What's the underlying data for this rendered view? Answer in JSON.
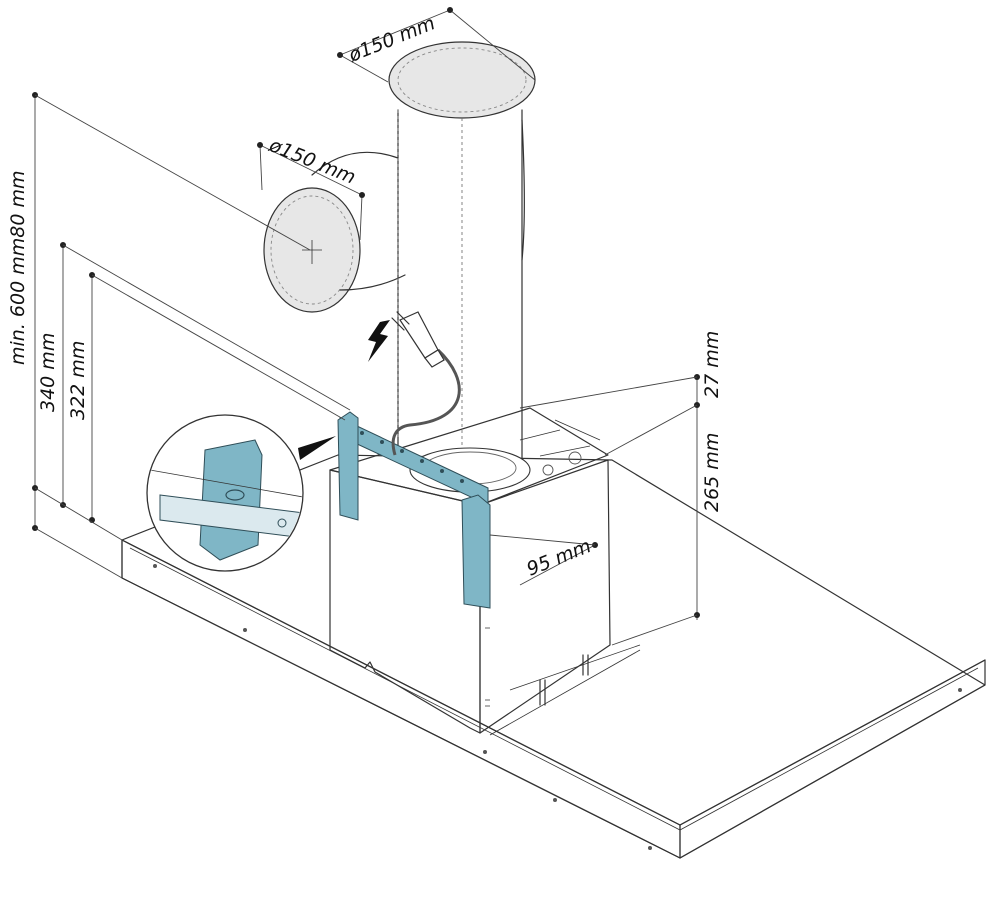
{
  "dimensions": {
    "top_duct_diameter": "ø150 mm",
    "side_outlet_diameter": "ø150 mm",
    "min_height_label": "min. 600 mm80 mm",
    "height_340": "340 mm",
    "height_322": "322 mm",
    "height_27": "27 mm",
    "height_265": "265 mm",
    "depth_95": "95 mm"
  },
  "colors": {
    "bracket": "#7fb6c6",
    "duct_fill": "#e7e7e7",
    "line": "#333333"
  },
  "icons": {
    "electric_warning": "lightning-bolt-icon",
    "power_plug": "plug-icon"
  }
}
